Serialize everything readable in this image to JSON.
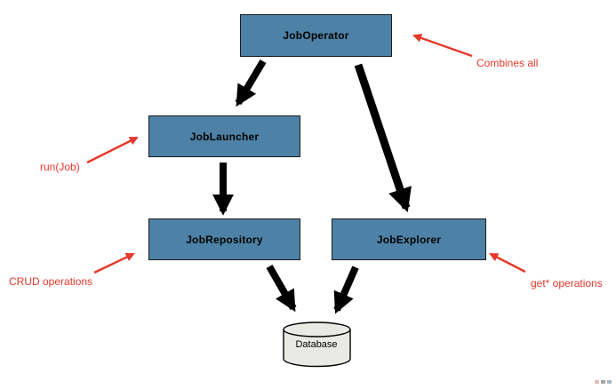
{
  "diagram": {
    "title_context": "Job services diagram",
    "nodes": [
      {
        "id": "jobOperator",
        "label": "JobOperator"
      },
      {
        "id": "jobLauncher",
        "label": "JobLauncher"
      },
      {
        "id": "jobRepository",
        "label": "JobRepository"
      },
      {
        "id": "jobExplorer",
        "label": "JobExplorer"
      },
      {
        "id": "database",
        "label": "Database"
      }
    ],
    "edges": [
      {
        "from": "jobOperator",
        "to": "jobLauncher"
      },
      {
        "from": "jobOperator",
        "to": "jobExplorer"
      },
      {
        "from": "jobLauncher",
        "to": "jobRepository"
      },
      {
        "from": "jobRepository",
        "to": "database"
      },
      {
        "from": "jobExplorer",
        "to": "database"
      }
    ],
    "annotations": [
      {
        "id": "combinesAll",
        "label": "Combines all",
        "target": "jobOperator"
      },
      {
        "id": "runJob",
        "label": "run(Job)",
        "target": "jobLauncher"
      },
      {
        "id": "crudOperations",
        "label": "CRUD operations",
        "target": "jobRepository"
      },
      {
        "id": "getOperations",
        "label": "get* operations",
        "target": "jobExplorer"
      }
    ],
    "colors": {
      "node_fill": "#4d82a6",
      "node_border": "#1b1b1b",
      "flow_arrow": "#000000",
      "annotation_red": "#e4392b",
      "database_fill": "#e9e9e6",
      "background": "#ffffff"
    }
  }
}
